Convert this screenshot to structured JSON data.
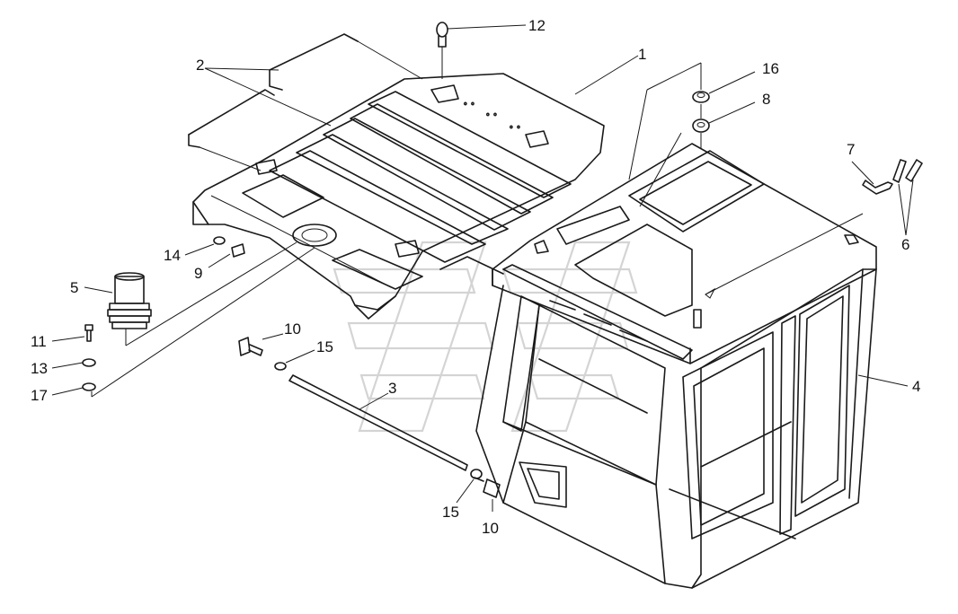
{
  "callouts": {
    "c1": "1",
    "c2": "2",
    "c3": "3",
    "c4": "4",
    "c5": "5",
    "c6": "6",
    "c7": "7",
    "c8": "8",
    "c9": "9",
    "c10a": "10",
    "c10b": "10",
    "c11": "11",
    "c12": "12",
    "c13": "13",
    "c14": "14",
    "c15a": "15",
    "c15b": "15",
    "c16": "16",
    "c17": "17"
  },
  "colors": {
    "line": "#1a1a1a",
    "watermark": "#d4d4d4",
    "background": "#ffffff"
  }
}
